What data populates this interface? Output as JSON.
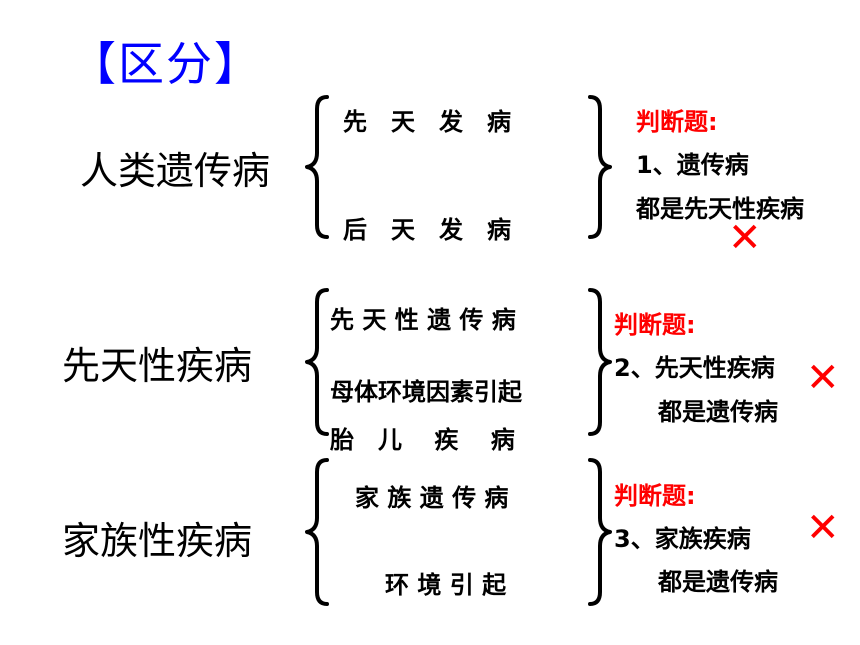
{
  "title": "【区分】",
  "rows": [
    {
      "term": "人类遗传病",
      "items": [
        "先　天　发　病",
        "后　天　发　病"
      ],
      "quiz_label": "判断题:",
      "quiz_lines": [
        "1、遗传病",
        "都是先天性疾病"
      ],
      "mark": "✕"
    },
    {
      "term": "先天性疾病",
      "items": [
        "先 天 性 遗 传 病",
        "母体环境因素引起",
        "胎　儿　 疾　 病"
      ],
      "quiz_label": "判断题:",
      "quiz_lines": [
        "2、先天性疾病",
        "都是遗传病"
      ],
      "mark": "✕"
    },
    {
      "term": "家族性疾病",
      "items": [
        "家 族 遗 传 病",
        "环 境 引 起"
      ],
      "quiz_label": "判断题:",
      "quiz_lines": [
        "3、家族疾病",
        "都是遗传病"
      ],
      "mark": "✕"
    }
  ]
}
